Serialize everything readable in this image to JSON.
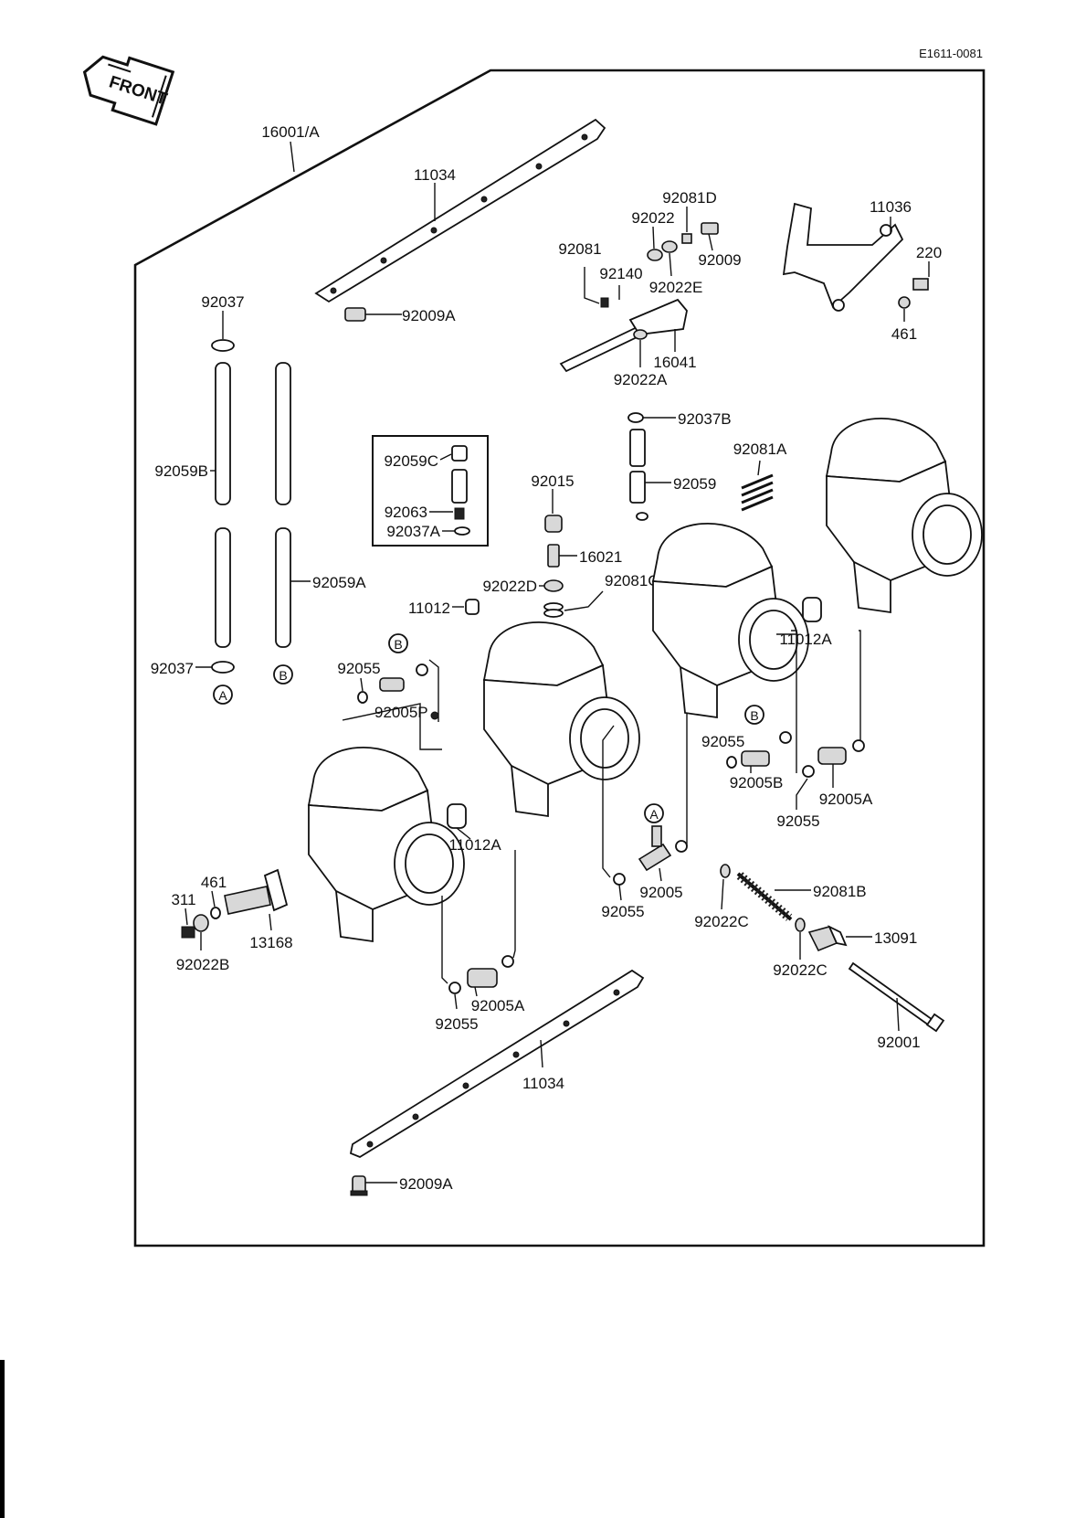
{
  "diagram_code": "E1611-0081",
  "front_label": "FRONT",
  "callouts": {
    "assembly": "16001/A",
    "fuel_rail_top": "11034",
    "fuel_rail_bottom": "11034",
    "bracket": "11036",
    "bolt_220": "220",
    "nut_461_top": "461",
    "nut_461_left": "461",
    "bolt_311": "311",
    "washer_92022": "92022",
    "washer_92022A": "92022A",
    "washer_92022B": "92022B",
    "washer_92022C_1": "92022C",
    "washer_92022C_2": "92022C",
    "washer_92022D": "92022D",
    "washer_92022E": "92022E",
    "spring_92081": "92081",
    "spring_92081A": "92081A",
    "spring_92081B": "92081B",
    "spring_92081C": "92081C",
    "spring_92081D": "92081D",
    "screw_92009": "92009",
    "screw_92009A_top": "92009A",
    "screw_92009A_bottom": "92009A",
    "pin_92140": "92140",
    "shaft_16041": "16041",
    "clamp_92037": "92037",
    "clamp_92037_low": "92037",
    "clamp_92037A": "92037A",
    "clamp_92037B": "92037B",
    "hose_92059": "92059",
    "hose_92059A": "92059A",
    "hose_92059B": "92059B",
    "hose_92059C": "92059C",
    "plug_92063": "92063",
    "screw_92015": "92015",
    "needle_16021": "16021",
    "collar_11012": "11012",
    "collar_11012A_1": "11012A",
    "collar_11012A_2": "11012A",
    "oring_92055_1": "92055",
    "oring_92055_2": "92055",
    "oring_92055_3": "92055",
    "oring_92055_4": "92055",
    "oring_92055_5": "92055",
    "pipe_92005": "92005",
    "pipe_92005A_1": "92005A",
    "pipe_92005A_2": "92005A",
    "pipe_92005B": "92005B",
    "pipe_92005P": "92005P",
    "lever_13168": "13168",
    "knob_13091": "13091",
    "bolt_92001": "92001"
  },
  "ref_markers": {
    "a_left": "A",
    "b_left": "B",
    "b_mid": "B",
    "b_right": "B",
    "a_mid": "A"
  }
}
